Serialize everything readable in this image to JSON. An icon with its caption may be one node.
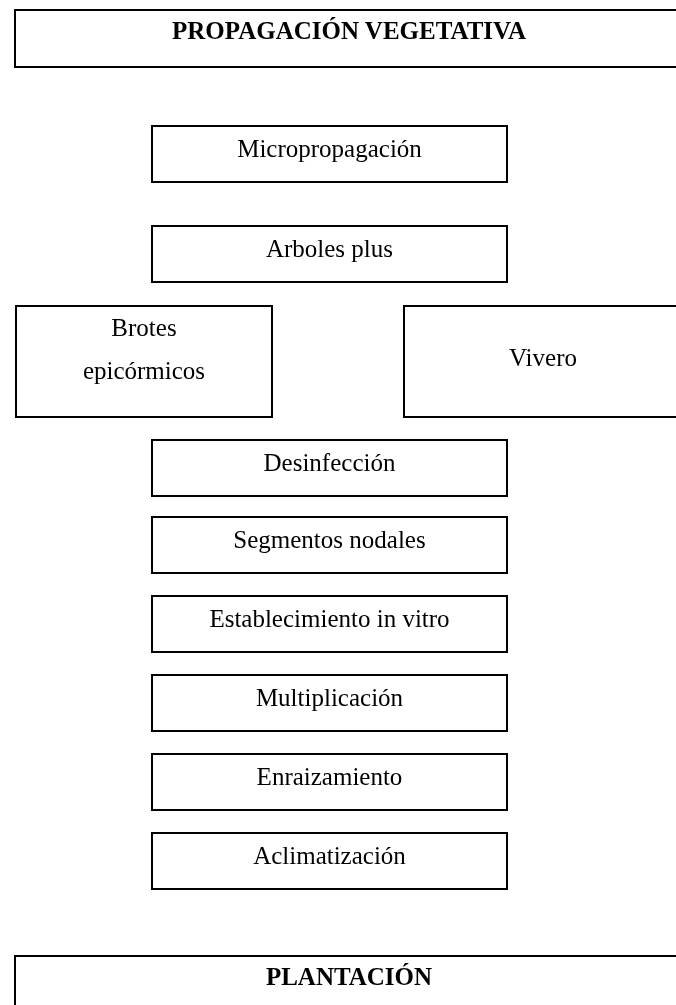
{
  "diagram": {
    "nodes": [
      {
        "text": [
          "PROPAGACIÓN VEGETATIVA"
        ]
      },
      {
        "text": [
          "Micropropagación"
        ]
      },
      {
        "text": [
          "Arboles plus"
        ]
      },
      {
        "text": [
          "Brotes epicórmicos"
        ]
      },
      {
        "text": [
          "Vivero"
        ]
      },
      {
        "text": [
          "Desinfección"
        ]
      },
      {
        "text": [
          "Segmentos nodales"
        ]
      },
      {
        "text": [
          "Establecimiento in vitro"
        ]
      },
      {
        "text": [
          "Multiplicación"
        ]
      },
      {
        "text": [
          "Enraizamiento"
        ]
      },
      {
        "text": [
          "Aclimatización"
        ]
      },
      {
        "text": [
          "PLANTACIÓN"
        ]
      }
    ],
    "edges": []
  }
}
